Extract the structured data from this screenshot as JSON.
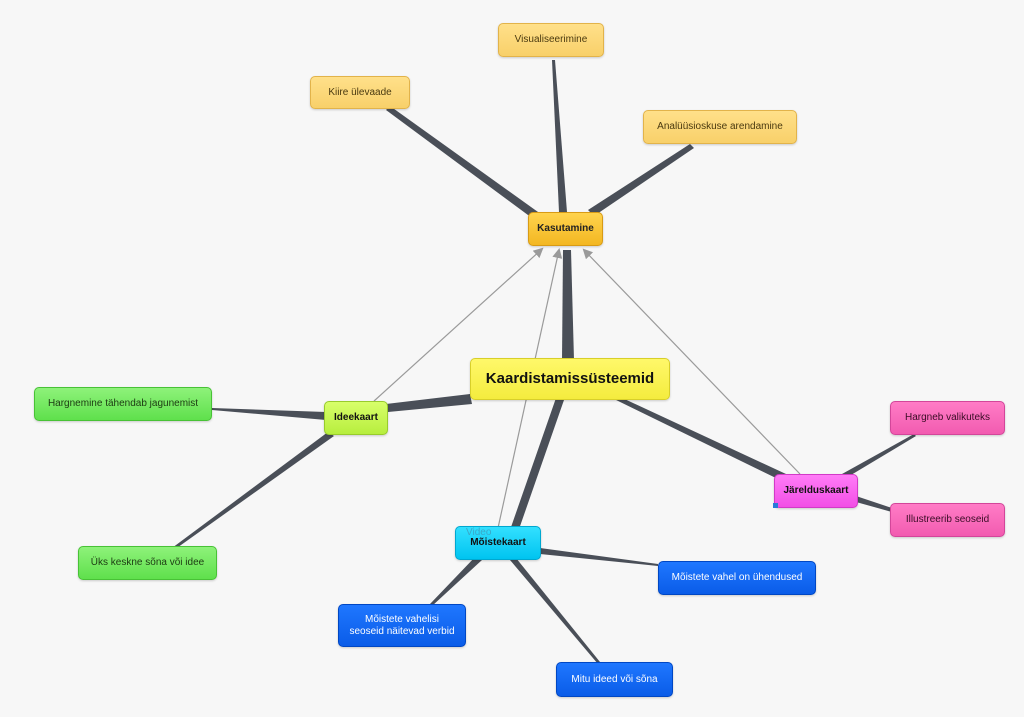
{
  "colors": {
    "background": "#f7f7f7",
    "strong_edge": "#4a4f58",
    "light_edge": "#9a9a9a",
    "center": "#f4ec3e",
    "usage": "#f3b722",
    "usage_children": "#f8d06a",
    "idea_map": "#b7ee3e",
    "idea_children": "#5fe04c",
    "concept_map": "#00c4f0",
    "concept_children": "#0a5ce8",
    "inference_map": "#f24ee6",
    "inference_children": "#f25bb0"
  },
  "nodes": {
    "center": "Kaardistamissüsteemid",
    "kasutamine": "Kasutamine",
    "visualiseerimine": "Visualiseerimine",
    "kiire": "Kiire ülevaade",
    "analuus": "Analüüsioskuse arendamine",
    "ideekaart": "Ideekaart",
    "hargnemine": "Hargnemine tähendab jagunemist",
    "uks": "Üks keskne sõna või idee",
    "moistekaart": "Mõistekaart",
    "video": "Video",
    "moistete_vahel": "Mõistete vahel on ühendused",
    "moistete_vahelisi_1": "Mõistete vahelisi",
    "moistete_vahelisi_2": "seoseid näitevad verbid",
    "mitu": "Mitu ideed või sõna",
    "jarelduskaart": "Järelduskaart",
    "hargneb": "Hargneb valikuteks",
    "illustreerib": "Illustreerib seoseid"
  }
}
